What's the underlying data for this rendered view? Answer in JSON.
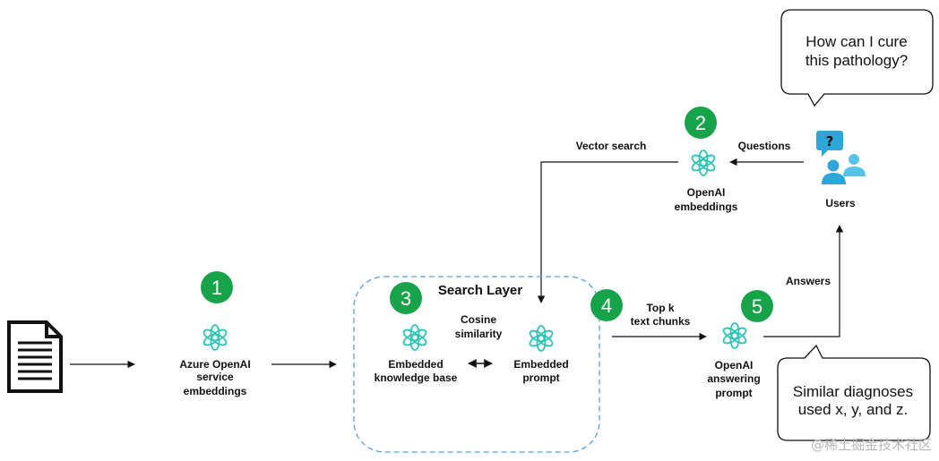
{
  "colors": {
    "accent_green": "#17A34A",
    "openai_teal": "#2ec4b6",
    "dashed_border": "#5a9ed6",
    "users_blue": "#2ea7d8"
  },
  "steps": {
    "s1": {
      "number": "1",
      "lines": [
        "Azure OpenAI",
        "service",
        "embeddings"
      ]
    },
    "s2": {
      "number": "2",
      "lines": [
        "OpenAI",
        "embeddings"
      ]
    },
    "s3": {
      "number": "3"
    },
    "s4": {
      "number": "4"
    },
    "s5": {
      "number": "5",
      "lines": [
        "OpenAI",
        "answering",
        "prompt"
      ]
    }
  },
  "search_layer": {
    "title": "Search Layer",
    "kb_lines": [
      "Embedded",
      "knowledge base"
    ],
    "prompt_lines": [
      "Embedded",
      "prompt"
    ],
    "cosine_lines": [
      "Cosine",
      "similarity"
    ]
  },
  "arrows": {
    "vector_search": "Vector search",
    "questions": "Questions",
    "top_k_lines": [
      "Top k",
      "text chunks"
    ],
    "answers": "Answers"
  },
  "users_label": "Users",
  "question_bubble": [
    "How can I cure",
    "this pathology?"
  ],
  "answer_bubble": [
    "Similar diagnoses",
    "used x, y, and z."
  ],
  "watermark": "@稀土掘金技术社区",
  "icons": {
    "document": "document-icon",
    "openai": "openai-logo-icon",
    "users": "users-question-icon",
    "bidirectional_arrow": "double-arrow-icon"
  }
}
